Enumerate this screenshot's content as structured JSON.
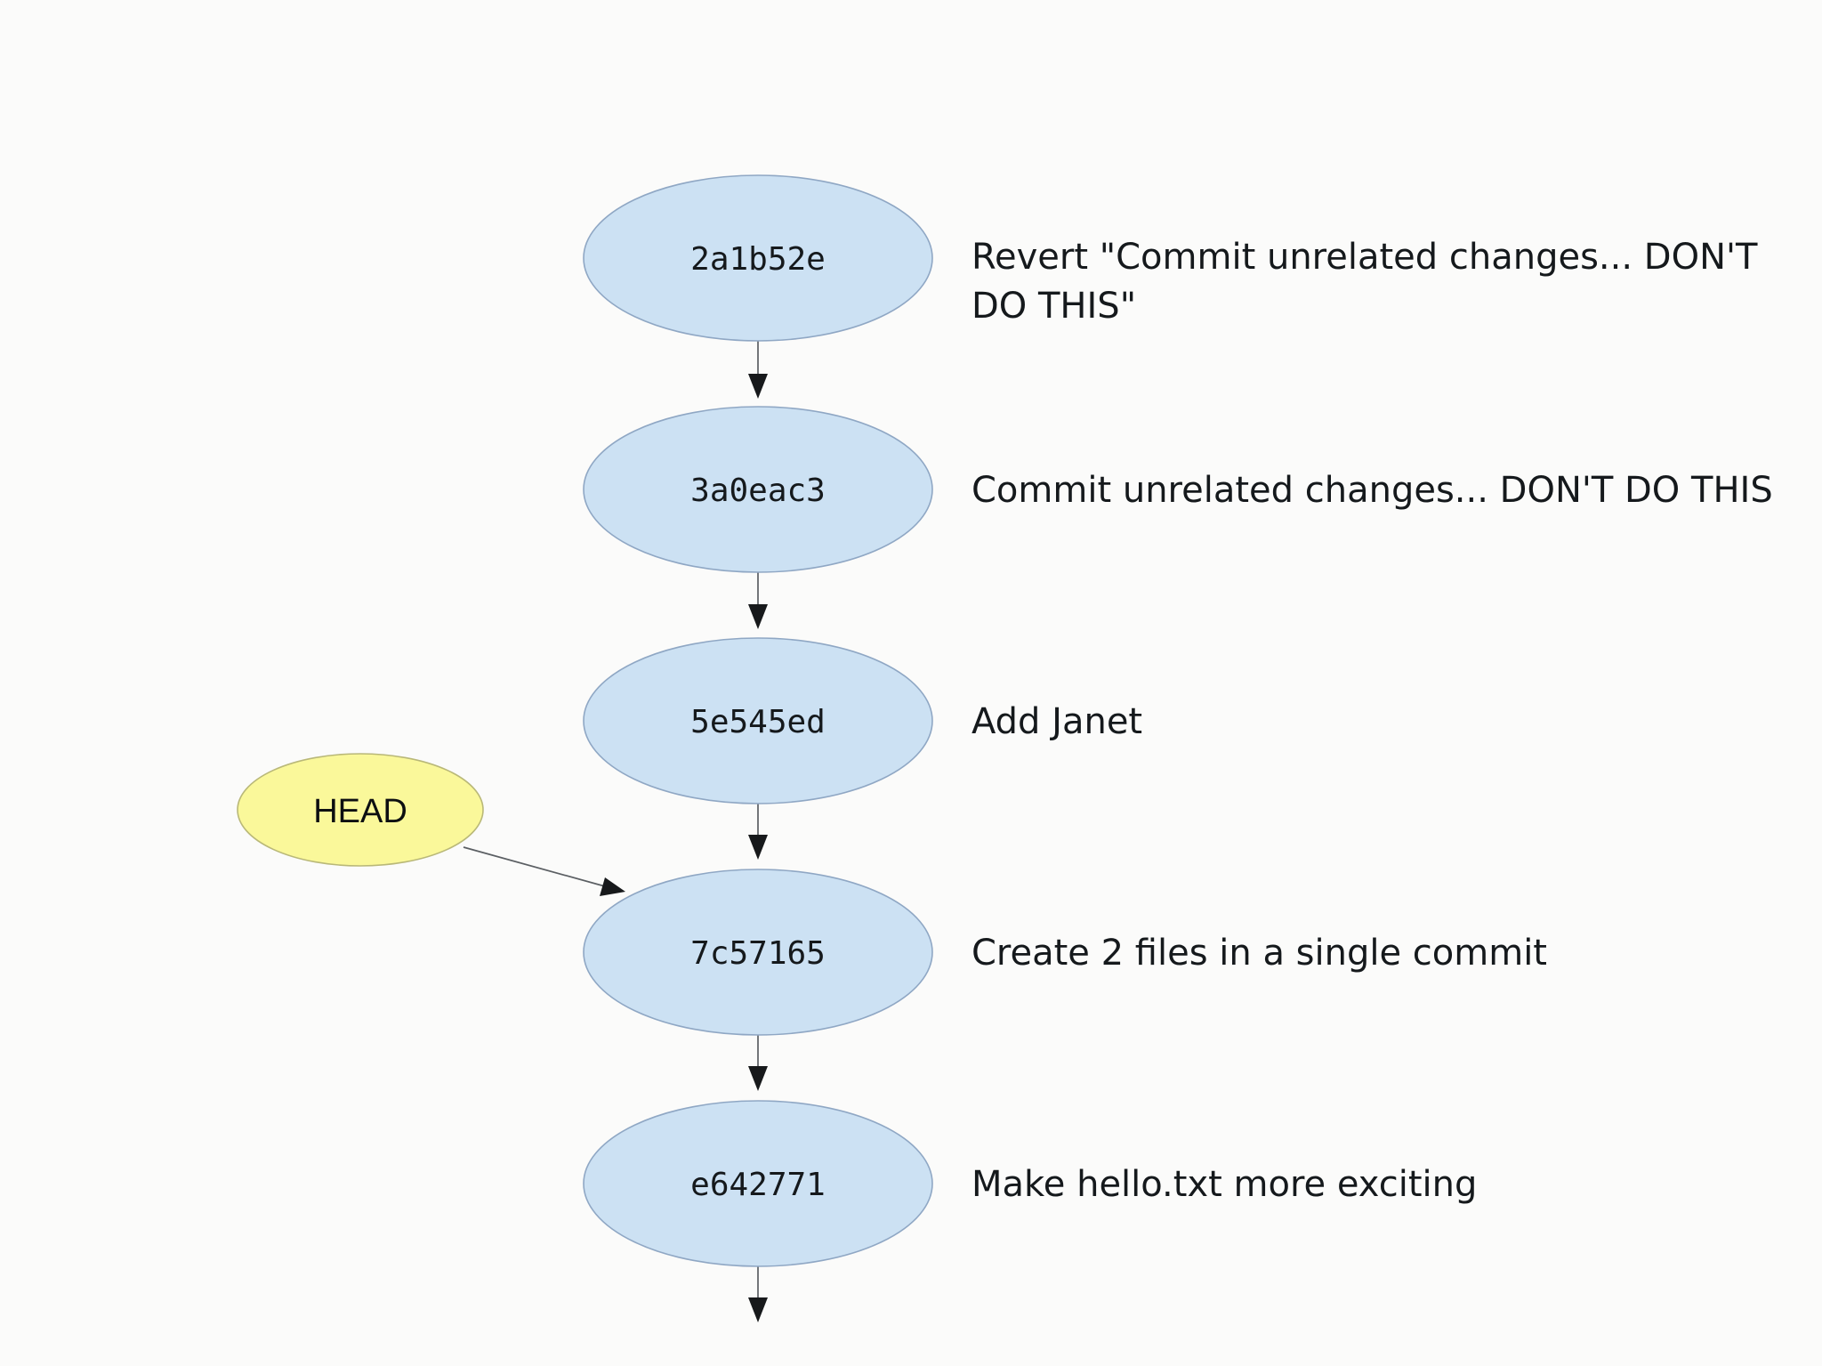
{
  "diagram": {
    "title": "git-commit-history-graph",
    "background_color": "#fbfbfa",
    "commit_node_fill": "#cce1f3",
    "commit_node_stroke": "#8fa7c4",
    "head_node_fill": "#faf89a",
    "head_node_stroke": "#b9b878",
    "edge_color": "#5b5f63",
    "text_color": "#15191c"
  },
  "head": {
    "label": "HEAD",
    "points_to": "7c57165"
  },
  "commits": [
    {
      "hash": "2a1b52e",
      "message": "Revert \"Commit unrelated changes... DON'T DO THIS\"",
      "message_line1": "Revert \"Commit unrelated changes... DON'T",
      "message_line2": "DO THIS\""
    },
    {
      "hash": "3a0eac3",
      "message": "Commit unrelated changes... DON'T DO THIS",
      "message_line1": "Commit unrelated changes... DON'T DO THIS",
      "message_line2": ""
    },
    {
      "hash": "5e545ed",
      "message": "Add Janet",
      "message_line1": "Add Janet",
      "message_line2": ""
    },
    {
      "hash": "7c57165",
      "message": "Create 2 files in a single commit",
      "message_line1": "Create 2 files in a single commit",
      "message_line2": ""
    },
    {
      "hash": "e642771",
      "message": "Make hello.txt more exciting",
      "message_line1": "Make hello.txt more exciting",
      "message_line2": ""
    }
  ]
}
